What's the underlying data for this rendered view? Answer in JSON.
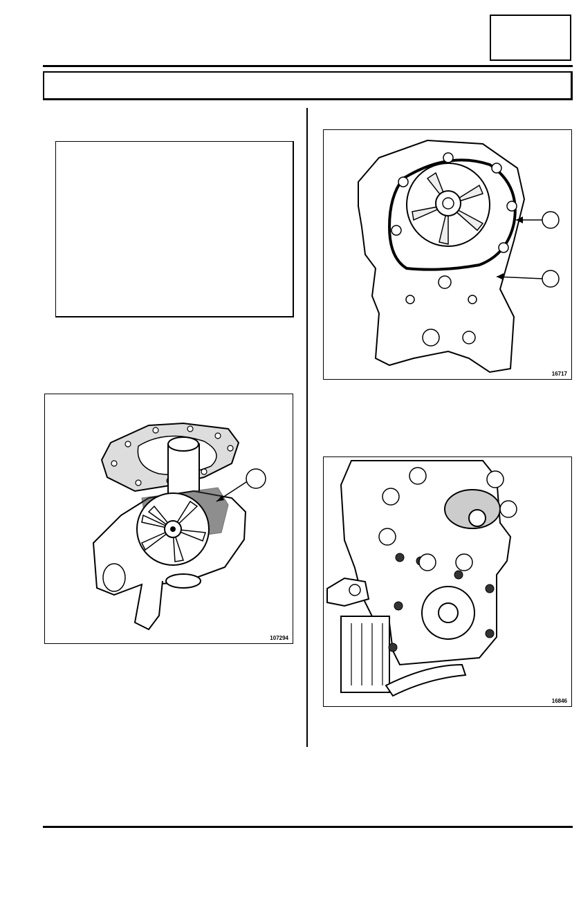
{
  "page": {
    "section_code": "",
    "heading_bar": ""
  },
  "figures": {
    "gasket_pump": {
      "number": "107294"
    },
    "pump_housing": {
      "number": "16717"
    },
    "engine_front": {
      "number": "16846"
    }
  },
  "colors": {
    "ink": "#000000",
    "paper": "#ffffff"
  }
}
